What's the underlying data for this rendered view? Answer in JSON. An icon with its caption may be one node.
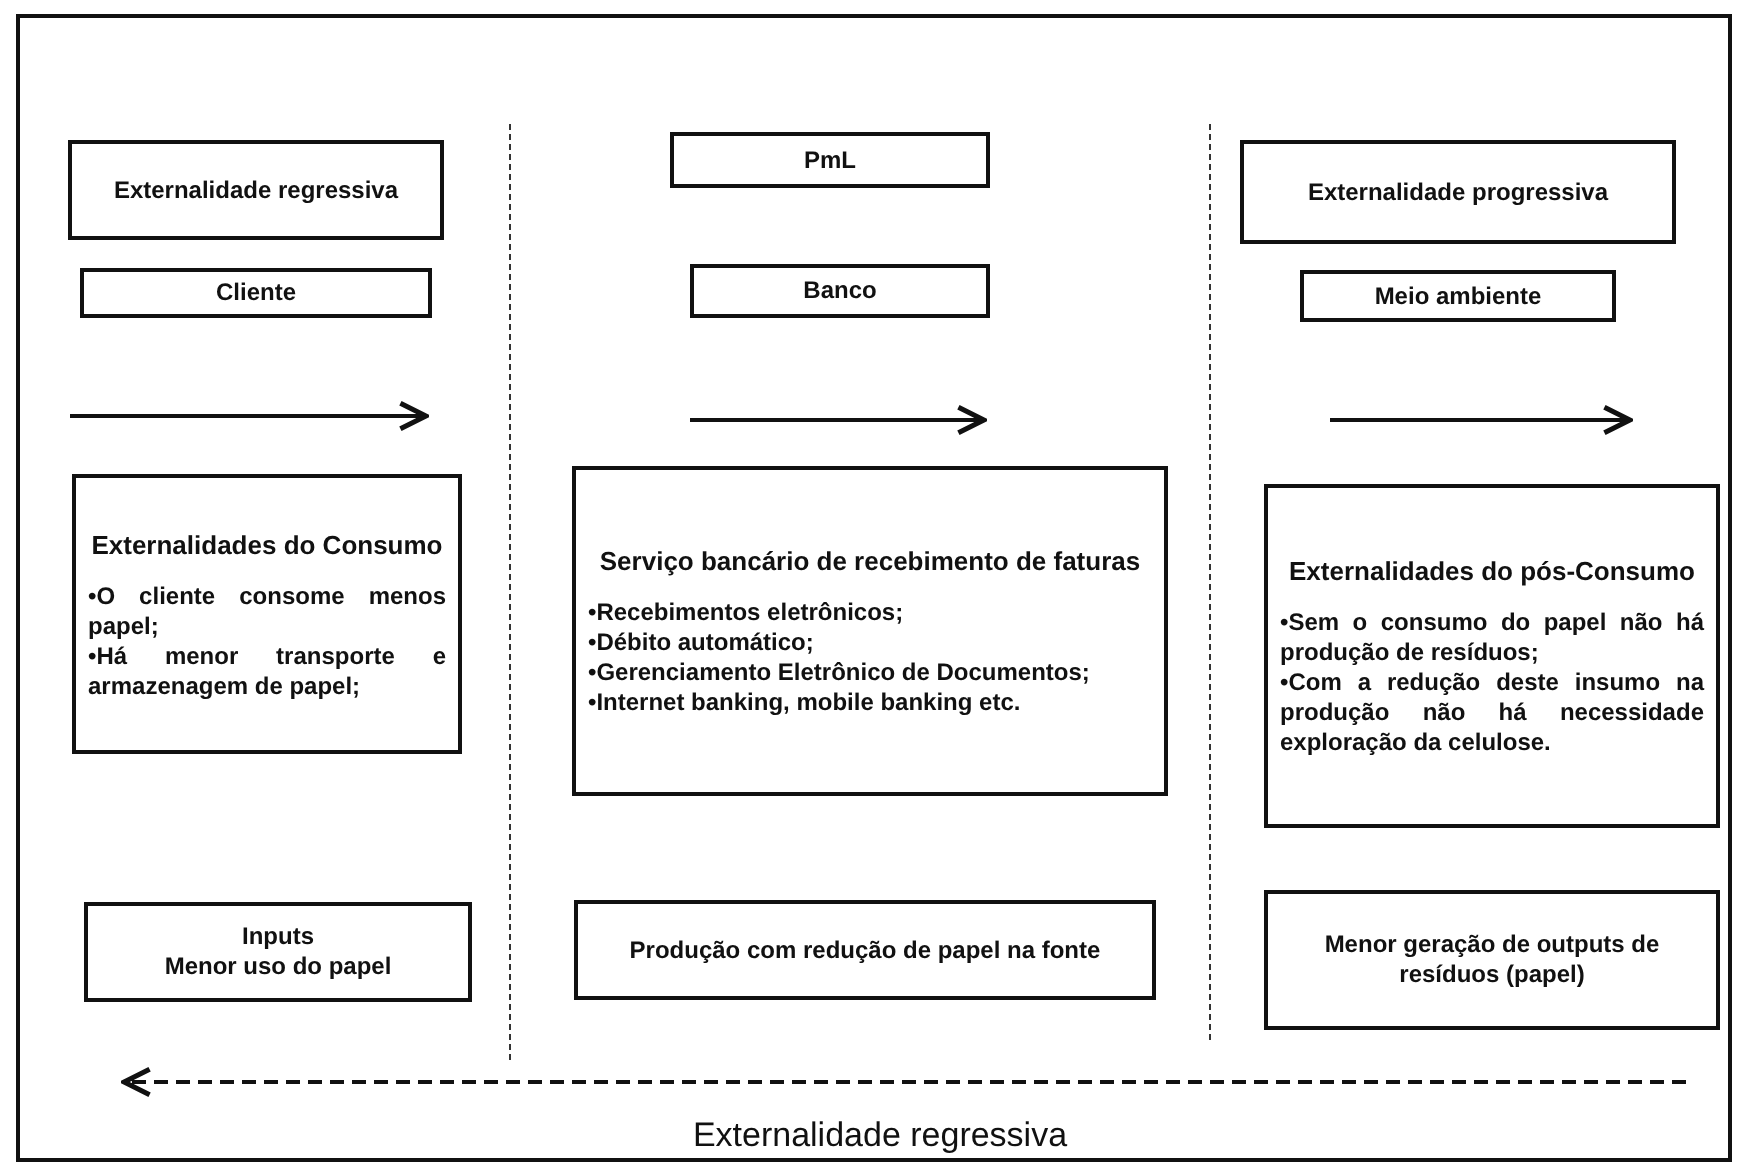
{
  "diagram": {
    "nodes": [
      {
        "text": [
          "Externalidade regressiva"
        ]
      },
      {
        "text": [
          "PmL"
        ]
      },
      {
        "text": [
          "Externalidade progressiva"
        ]
      },
      {
        "text": [
          "Cliente"
        ]
      },
      {
        "text": [
          "Banco"
        ]
      },
      {
        "text": [
          "Meio ambiente"
        ]
      },
      {
        "text": [
          "Externalidades do Consumo",
          "•O cliente consome menos papel;",
          "•Há menor transporte e armazenagem de papel;"
        ]
      },
      {
        "text": [
          "Serviço bancário de recebimento de faturas",
          "•Recebimentos eletrônicos;",
          "•Débito automático;",
          "•Gerenciamento Eletrônico de Documentos;",
          "•Internet banking, mobile banking etc."
        ]
      },
      {
        "text": [
          "Externalidades do pós-Consumo",
          "•Sem o consumo do papel não há produção de resíduos;",
          "•Com a redução deste insumo na produção não há necessidade exploração da celulose."
        ]
      },
      {
        "text": [
          "Inputs",
          "Menor uso do papel"
        ]
      },
      {
        "text": [
          "Produção com redução de papel na fonte"
        ]
      },
      {
        "text": [
          "Menor geração de outputs de resíduos (papel)"
        ]
      }
    ],
    "edges": [],
    "labels": [
      "Externalidade regressiva"
    ]
  }
}
